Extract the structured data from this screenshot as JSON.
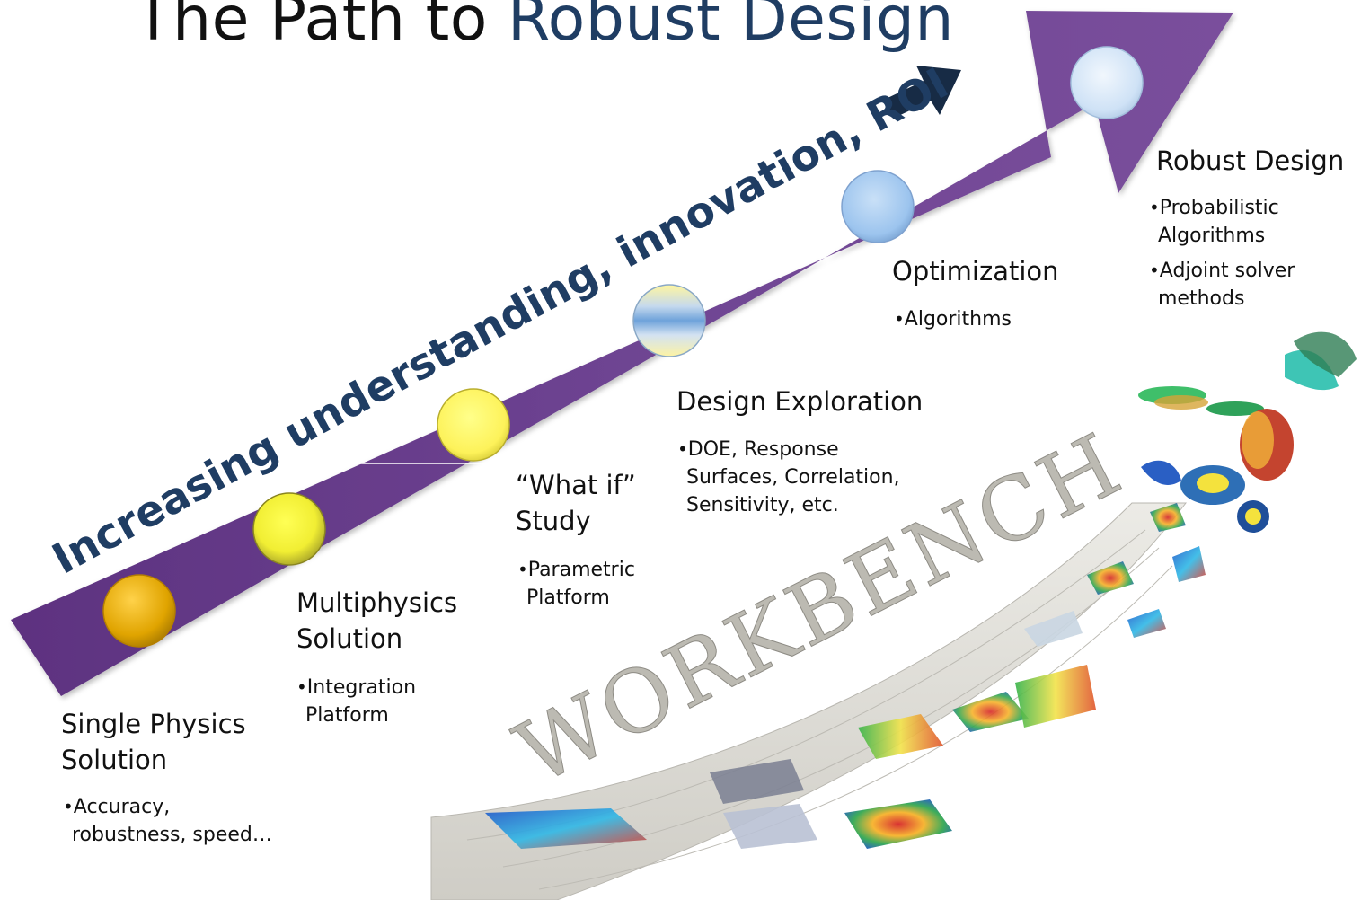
{
  "title": {
    "prefix": "The Path to ",
    "accent": "Robust Design"
  },
  "arrow": {
    "text": "Increasing understanding, innovation, ROI",
    "color": "#6b3d8c"
  },
  "watermark": "WORKBENCH",
  "stages": [
    {
      "title_lines": [
        "Single Physics",
        "Solution"
      ],
      "bullets": [
        [
          "Accuracy,",
          "robustness, speed…"
        ]
      ],
      "circle_color": "#e0a400"
    },
    {
      "title_lines": [
        "Multiphysics",
        "Solution"
      ],
      "bullets": [
        [
          "Integration",
          "Platform"
        ]
      ],
      "circle_color": "#f1ee33"
    },
    {
      "title_lines": [
        "“What if”",
        "Study"
      ],
      "bullets": [
        [
          "Parametric",
          "Platform"
        ]
      ],
      "circle_color": "#fdf25a"
    },
    {
      "title_lines": [
        "Design Exploration"
      ],
      "bullets": [
        [
          "DOE, Response",
          "Surfaces, Correlation,",
          "Sensitivity, etc."
        ]
      ],
      "circle_color": "#8fb8e6"
    },
    {
      "title_lines": [
        "Optimization"
      ],
      "bullets": [
        [
          "Algorithms"
        ]
      ],
      "circle_color": "#9cc4ee"
    },
    {
      "title_lines": [
        "Robust Design"
      ],
      "bullets": [
        [
          "Probabilistic",
          "Algorithms"
        ],
        [
          "Adjoint solver",
          "methods"
        ]
      ],
      "circle_color": "#cfe2f6"
    }
  ]
}
